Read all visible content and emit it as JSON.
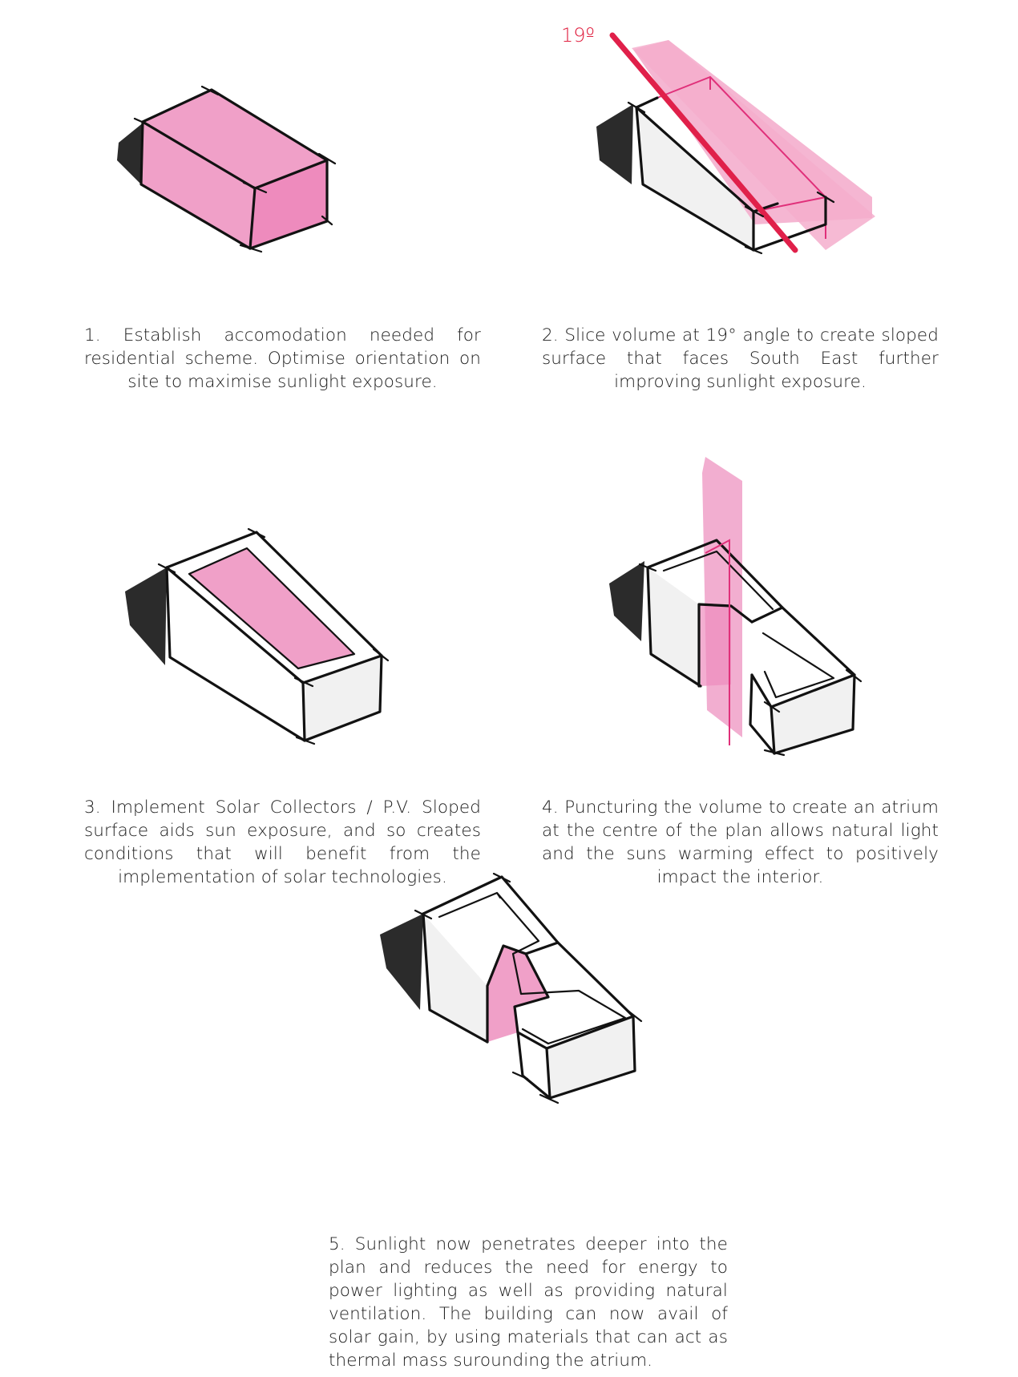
{
  "angle_label": "19º",
  "steps": [
    {
      "number": 1,
      "text": "1. Establish accomodation needed for residential scheme. Optimise orientation on site to maximise sunlight exposure."
    },
    {
      "number": 2,
      "text": "2. Slice volume at 19° angle to create sloped surface that faces South East further improving sunlight exposure."
    },
    {
      "number": 3,
      "text": "3. Implement Solar Collectors / P.V. Sloped surface aids sun exposure, and so creates conditions that will benefit from the implementation of solar technologies."
    },
    {
      "number": 4,
      "text": "4. Puncturing the volume to create an atrium at the centre of the plan allows natural light and the suns warming effect to positively impact the interior."
    },
    {
      "number": 5,
      "text": "5. Sunlight now penetrates deeper into the plan and reduces the need for energy to power lighting as well as providing natural ventilation. The building can now avail of solar gain, by using materials that can act as thermal mass surounding the atrium."
    }
  ],
  "colors": {
    "pink": "#f0a0c8",
    "angle_red": "#e0204a",
    "ink": "#121212"
  }
}
